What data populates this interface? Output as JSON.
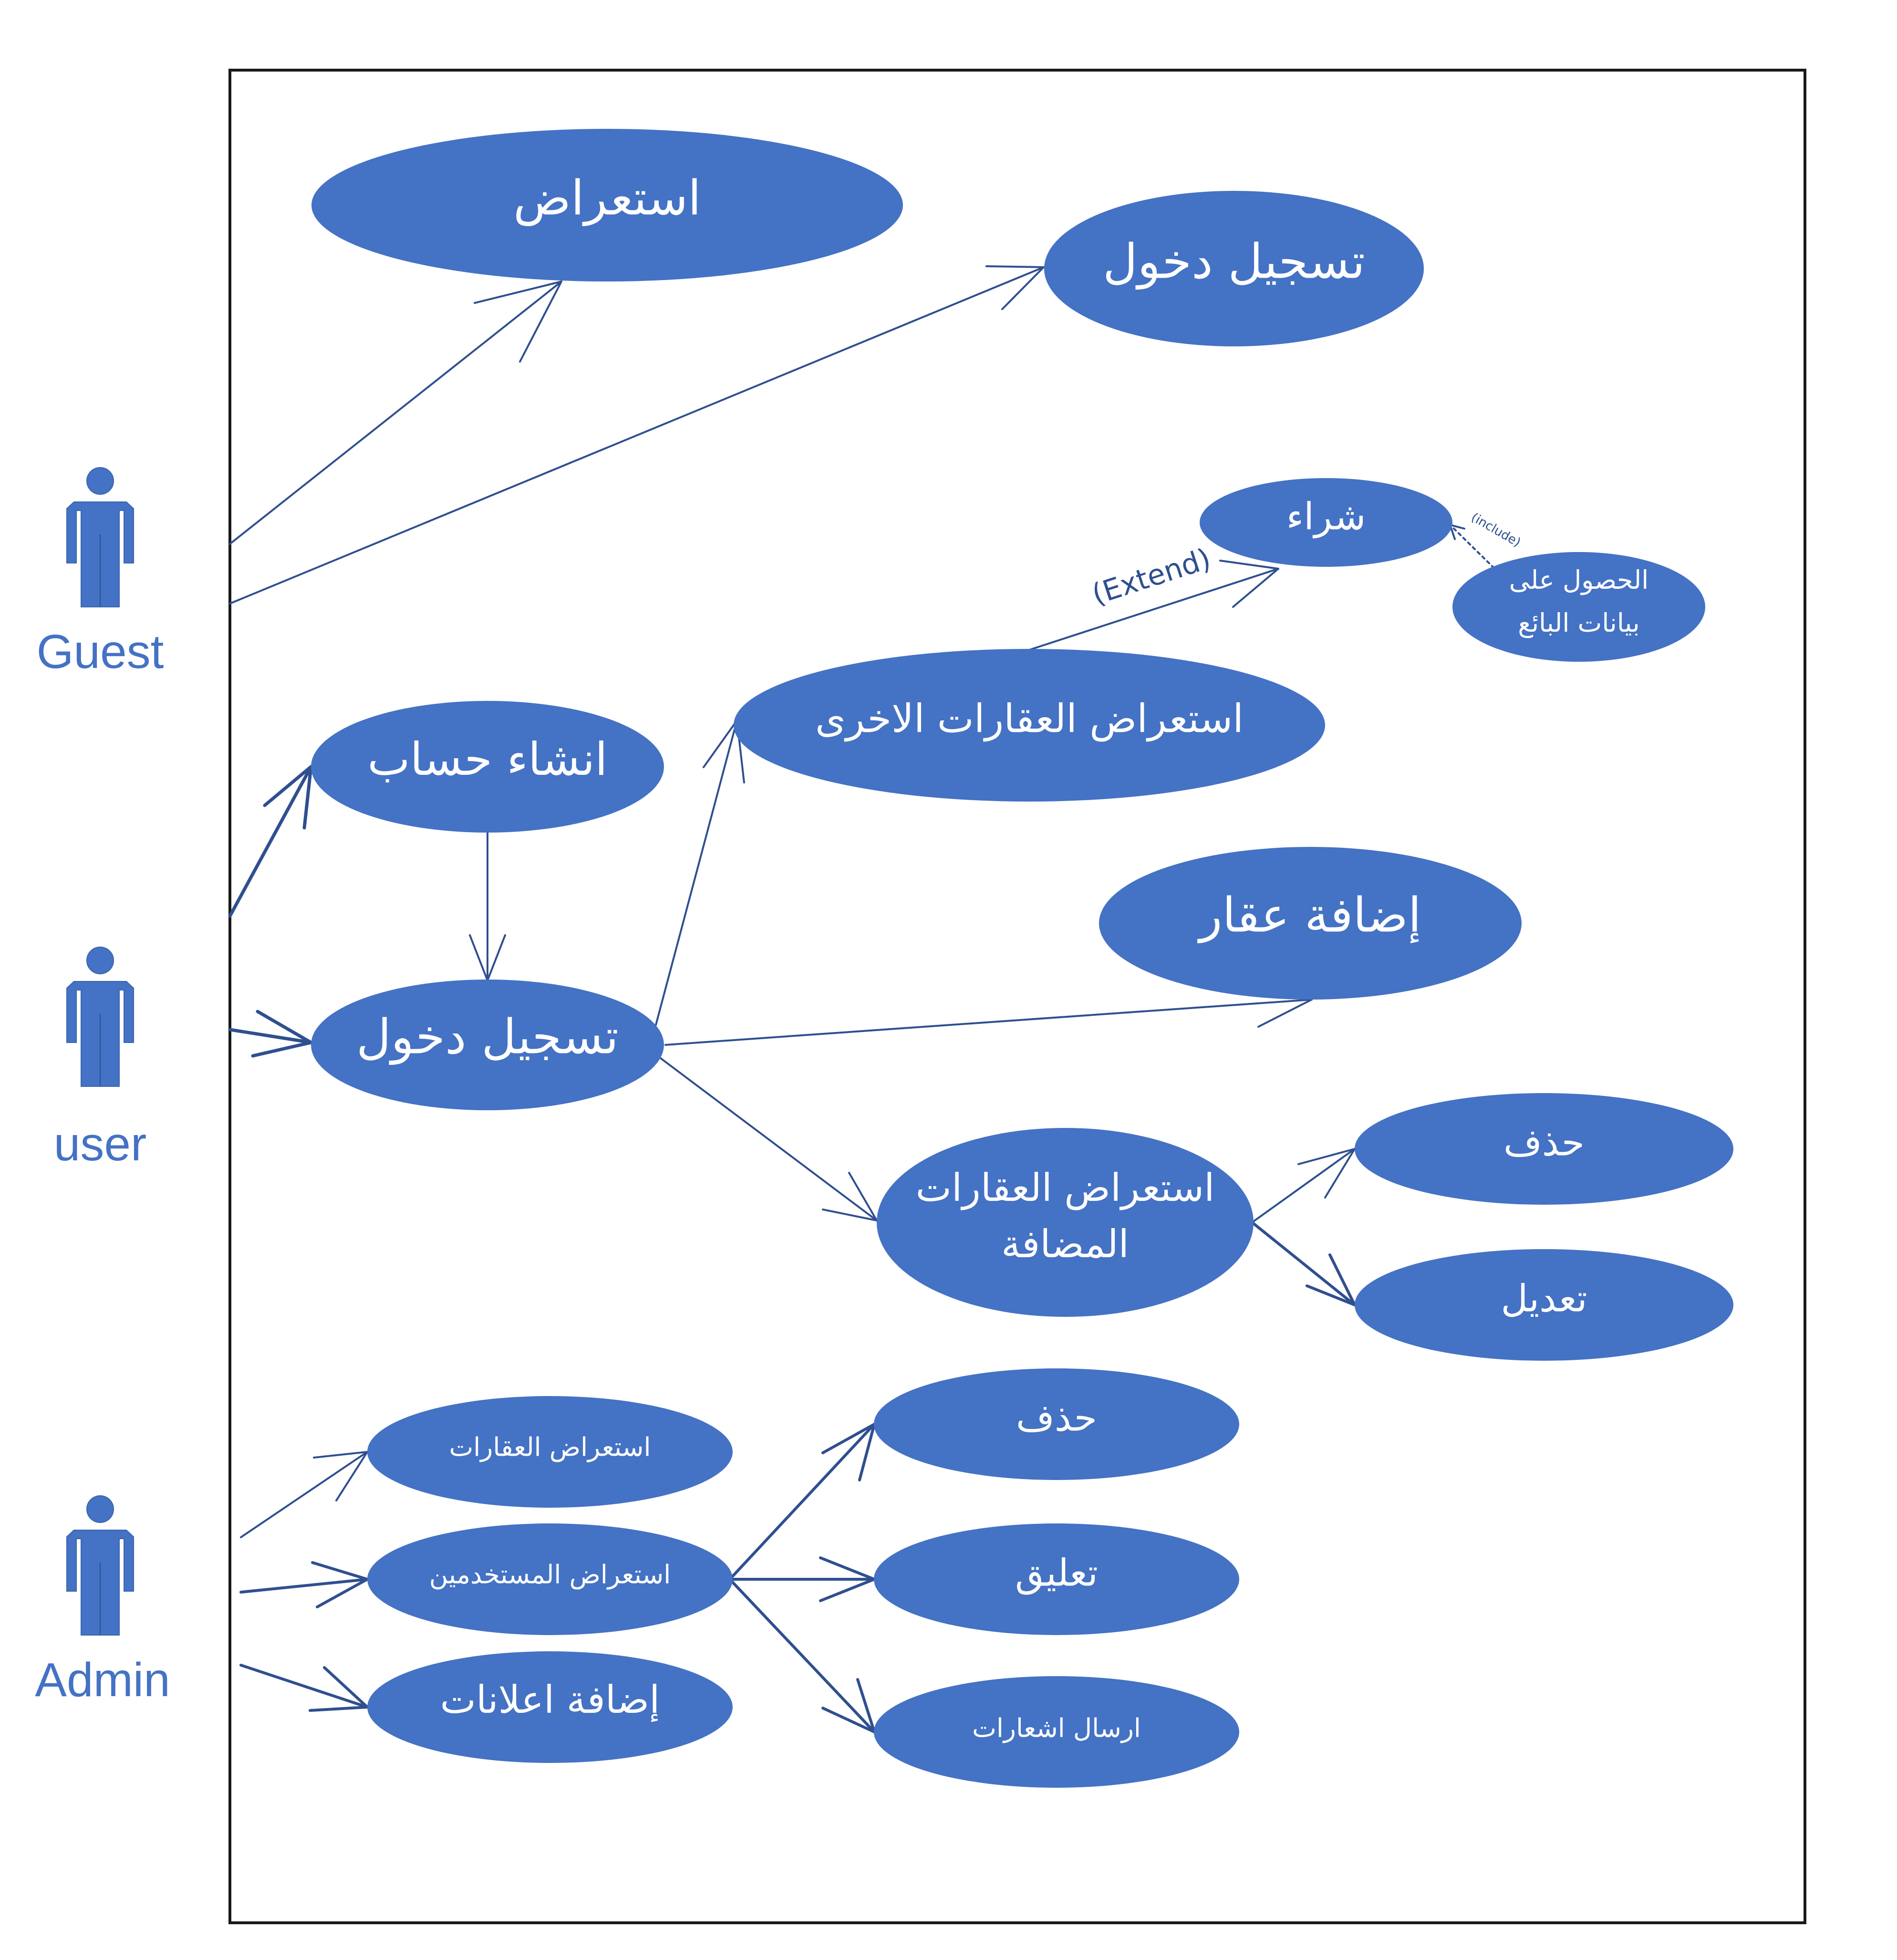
{
  "actors": [
    {
      "id": "guest",
      "label": "Guest"
    },
    {
      "id": "user",
      "label": "user"
    },
    {
      "id": "admin",
      "label": "Admin"
    }
  ],
  "use_cases": [
    {
      "id": "browse",
      "label": "استعراض"
    },
    {
      "id": "guest_login",
      "label": "تسجيل دخول"
    },
    {
      "id": "buy",
      "label": "شراء"
    },
    {
      "id": "seller_data",
      "label": "الحصول على|بيانات البائع"
    },
    {
      "id": "browse_other",
      "label": "استعراض العقارات الاخرى"
    },
    {
      "id": "create_account",
      "label": "انشاء حساب"
    },
    {
      "id": "add_property",
      "label": "إضافة عقار"
    },
    {
      "id": "user_login",
      "label": "تسجيل دخول"
    },
    {
      "id": "browse_added",
      "label": "استعراض العقارات|المضافة"
    },
    {
      "id": "user_delete",
      "label": "حذف"
    },
    {
      "id": "user_edit",
      "label": "تعديل"
    },
    {
      "id": "admin_browse_props",
      "label": "استعراض العقارات"
    },
    {
      "id": "admin_browse_users",
      "label": "استعراض المستخدمين"
    },
    {
      "id": "admin_add_ads",
      "label": "إضافة اعلانات"
    },
    {
      "id": "admin_delete",
      "label": "حذف"
    },
    {
      "id": "admin_suspend",
      "label": "تعليق"
    },
    {
      "id": "admin_notify",
      "label": "ارسال اشعارات"
    }
  ],
  "relationships": {
    "extend_label": "(Extend)",
    "include_label": "(include)"
  },
  "colors": {
    "use_case_fill": "#4472C4",
    "actor": "#4472C4",
    "line": "#2F4F8F",
    "boundary": "#1a1a1a"
  }
}
